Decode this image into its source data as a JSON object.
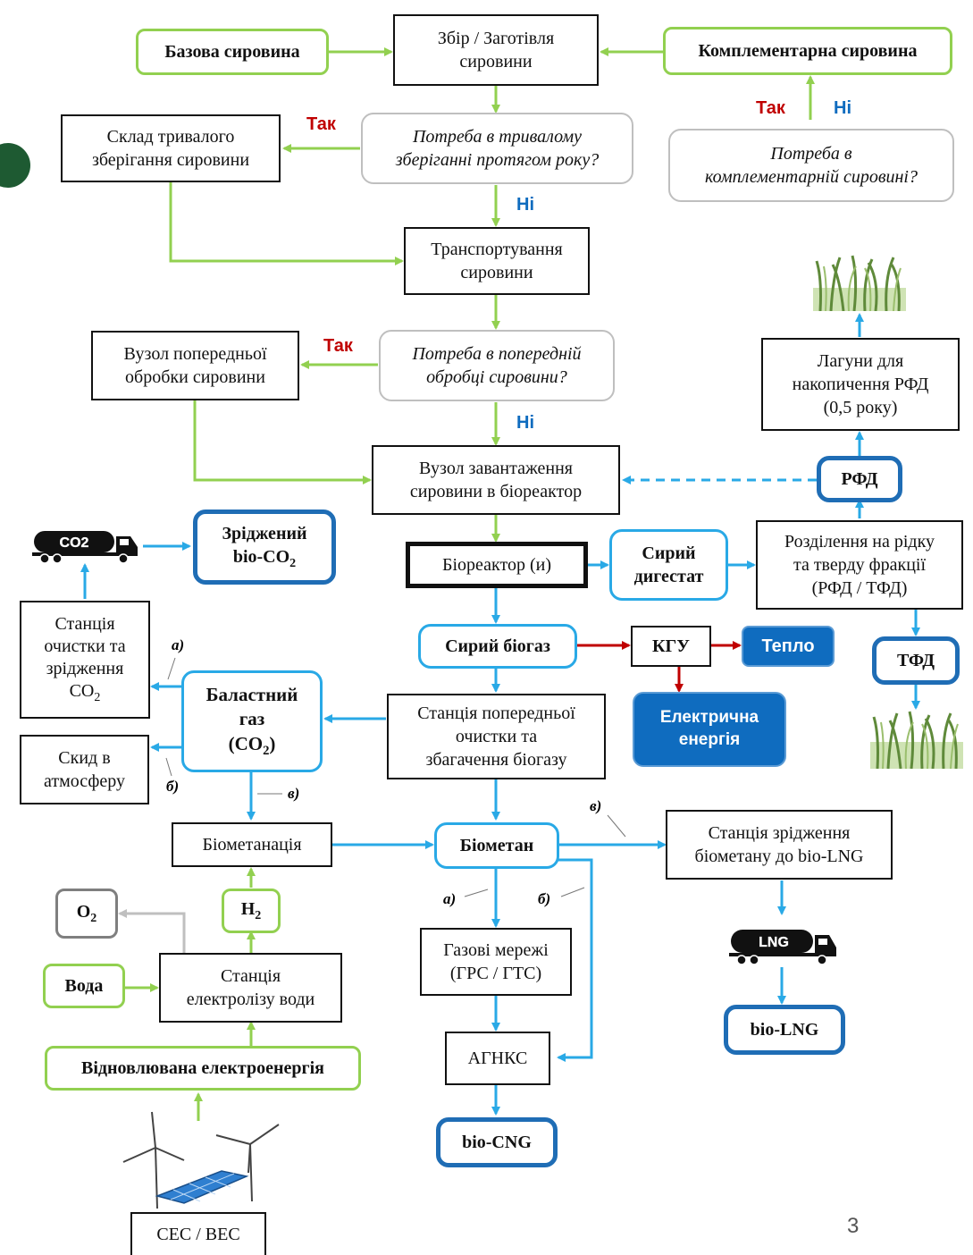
{
  "nodes": {
    "base_raw": "Базова сировина",
    "collect_1": "Збір / Заготівля",
    "collect_2": "сировини",
    "compl_raw": "Комплементарна сировина",
    "storage_1": "Склад тривалого",
    "storage_2": "зберігання сировини",
    "q_storage_1": "Потреба в тривалому",
    "q_storage_2": "зберіганні протягом року?",
    "q_compl_1": "Потреба в",
    "q_compl_2": "комплементарній сировині?",
    "transport_1": "Транспортування",
    "transport_2": "сировини",
    "pretreat_1": "Вузол попередньої",
    "pretreat_2": "обробки сировини",
    "q_pretreat_1": "Потреба в попередній",
    "q_pretreat_2": "обробці сировини?",
    "lagoon_1": "Лагуни для",
    "lagoon_2": "накопичення РФД",
    "lagoon_3": "(0,5 року)",
    "load_1": "Вузол завантаження",
    "load_2": "сировини в біореактор",
    "rfd": "РФД",
    "liq_co2_1": "Зріджений",
    "liq_co2_2": "bio-CO",
    "liq_co2_sub": "2",
    "bioreactor": "Біореактор (и)",
    "raw_digestate_1": "Сирий",
    "raw_digestate_2": "дигестат",
    "separation_1": "Розділення на рідку",
    "separation_2": "та тверду фракції",
    "separation_3": "(РФД / ТФД)",
    "co2_station_1": "Станція",
    "co2_station_2": "очистки та",
    "co2_station_3": "зрідження",
    "co2_station_4": "CO",
    "co2_station_sub": "2",
    "raw_biogas": "Сирий біогаз",
    "kgu": "КГУ",
    "heat": "Тепло",
    "tfd": "ТФД",
    "ballast_1": "Баластний",
    "ballast_2": "газ",
    "ballast_3": "(CO",
    "ballast_sub": "2",
    "ballast_close": ")",
    "upgrading_1": "Станція попередньої",
    "upgrading_2": "очистки та",
    "upgrading_3": "збагачення біогазу",
    "electricity_1": "Електрична",
    "electricity_2": "енергія",
    "vent_1": "Скид в",
    "vent_2": "атмосферу",
    "biomethanation": "Біометанація",
    "biomethane": "Біометан",
    "lng_station_1": "Станція зрідження",
    "lng_station_2": "біометану до bio-LNG",
    "o2": "O",
    "o2_sub": "2",
    "h2": "H",
    "h2_sub": "2",
    "grid_1": "Газові мережі",
    "grid_2": "(ГРС / ГТС)",
    "water": "Вода",
    "electrolysis_1": "Станція",
    "electrolysis_2": "електролізу води",
    "agnks": "АГНКС",
    "bio_lng": "bio-LNG",
    "renewable": "Відновлювана електроенергія",
    "bio_cng": "bio-CNG",
    "ses_ves": "СЕС / ВЕС"
  },
  "labels": {
    "yes": "Так",
    "no": "Ні",
    "a": "а)",
    "b": "б)",
    "v": "в)"
  },
  "tank_labels": {
    "co2": "CO2",
    "lng": "LNG"
  },
  "page_number": "3",
  "colors": {
    "green": "#92d050",
    "cyan": "#29a9e6",
    "dark_red": "#c00000",
    "blue_fill": "#0f6cbf",
    "grey": "#bfbfbf"
  },
  "icons": [
    "biomass-crop-icon",
    "co2-tank-truck-icon",
    "lng-tank-truck-icon",
    "wind-turbine-icon",
    "solar-panel-icon"
  ]
}
